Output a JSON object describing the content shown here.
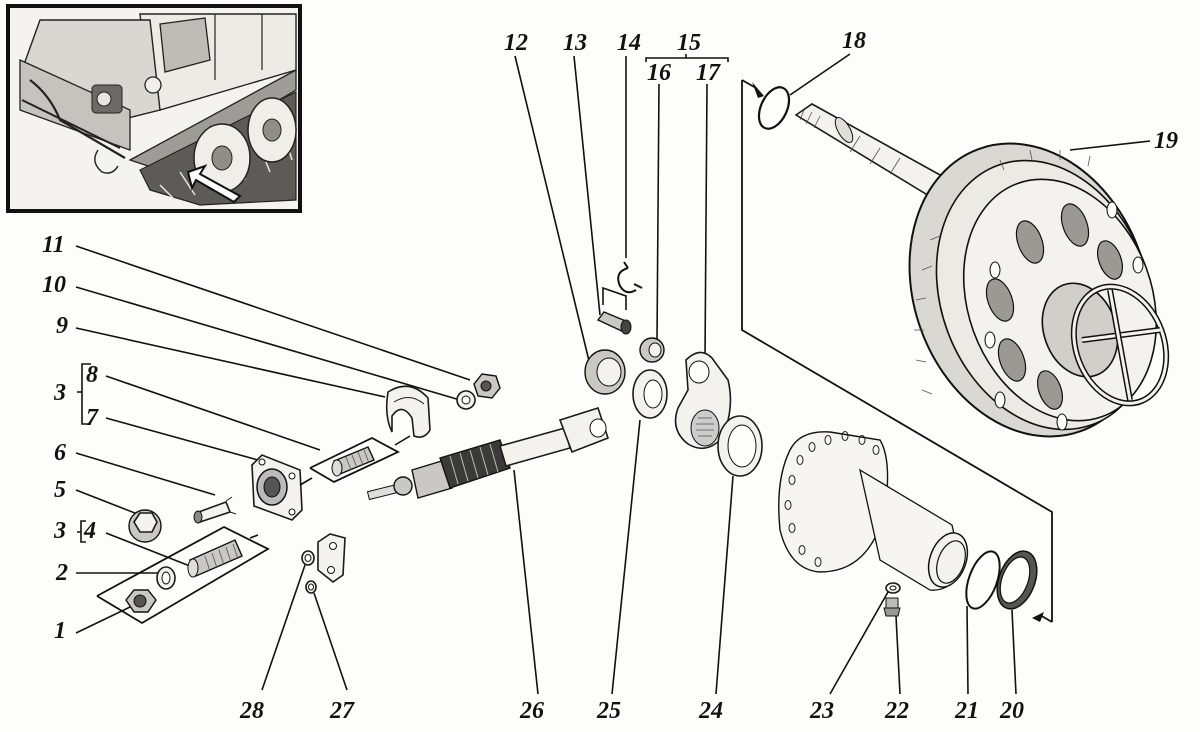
{
  "diagram": {
    "type": "exploded-view parts diagram",
    "subject": "tracked vehicle final drive / drive sprocket hub assembly",
    "inset": {
      "description": "Tracked all-terrain vehicle cab front with arrow pointing to drive sprocket location",
      "arrow_target": "drive-wheel"
    },
    "callouts": [
      {
        "id": "1",
        "label": "1"
      },
      {
        "id": "2",
        "label": "2"
      },
      {
        "id": "3a",
        "label": "3",
        "group_members": [
          "4"
        ]
      },
      {
        "id": "4",
        "label": "4"
      },
      {
        "id": "5",
        "label": "5"
      },
      {
        "id": "6",
        "label": "6"
      },
      {
        "id": "3b",
        "label": "3",
        "group_members": [
          "7",
          "8"
        ]
      },
      {
        "id": "7",
        "label": "7"
      },
      {
        "id": "8",
        "label": "8"
      },
      {
        "id": "9",
        "label": "9"
      },
      {
        "id": "10",
        "label": "10"
      },
      {
        "id": "11",
        "label": "11"
      },
      {
        "id": "12",
        "label": "12"
      },
      {
        "id": "13",
        "label": "13"
      },
      {
        "id": "14",
        "label": "14"
      },
      {
        "id": "15",
        "label": "15",
        "group_members": [
          "16",
          "17"
        ]
      },
      {
        "id": "16",
        "label": "16"
      },
      {
        "id": "17",
        "label": "17"
      },
      {
        "id": "18",
        "label": "18"
      },
      {
        "id": "19",
        "label": "19"
      },
      {
        "id": "20",
        "label": "20"
      },
      {
        "id": "21",
        "label": "21"
      },
      {
        "id": "22",
        "label": "22"
      },
      {
        "id": "23",
        "label": "23"
      },
      {
        "id": "24",
        "label": "24"
      },
      {
        "id": "25",
        "label": "25"
      },
      {
        "id": "26",
        "label": "26"
      },
      {
        "id": "27",
        "label": "27"
      },
      {
        "id": "28",
        "label": "28"
      }
    ],
    "labels": {
      "l1": "1",
      "l2": "2",
      "l3a": "3",
      "l4": "4",
      "l5": "5",
      "l6": "6",
      "l3b": "3",
      "l7": "7",
      "l8": "8",
      "l9": "9",
      "l10": "10",
      "l11": "11",
      "l12": "12",
      "l13": "13",
      "l14": "14",
      "l15": "15",
      "l16": "16",
      "l17": "17",
      "l18": "18",
      "l19": "19",
      "l20": "20",
      "l21": "21",
      "l22": "22",
      "l23": "23",
      "l24": "24",
      "l25": "25",
      "l26": "26",
      "l27": "27",
      "l28": "28"
    },
    "parts": {
      "1": "hex nut",
      "2": "spring washer",
      "4": "stud",
      "5": "flanged plug / nut",
      "6": "split pin",
      "7": "flange housing",
      "8": "stud",
      "9": "bracket clamp",
      "10": "spring washer",
      "11": "nut",
      "12": "slotted nut",
      "13": "bushing",
      "14": "retaining clip",
      "16": "bushing",
      "17": "lever",
      "18": "O-ring",
      "19": "drive sprocket with shaft",
      "20": "oil seal",
      "21": "O-ring",
      "22": "drain plug",
      "23": "gasket",
      "24": "shim washer",
      "25": "lock washer",
      "26": "adjusting rod with boot",
      "27": "washer",
      "28": "washer"
    },
    "colors": {
      "ink": "#111111",
      "paper": "#fdfdfb"
    }
  }
}
